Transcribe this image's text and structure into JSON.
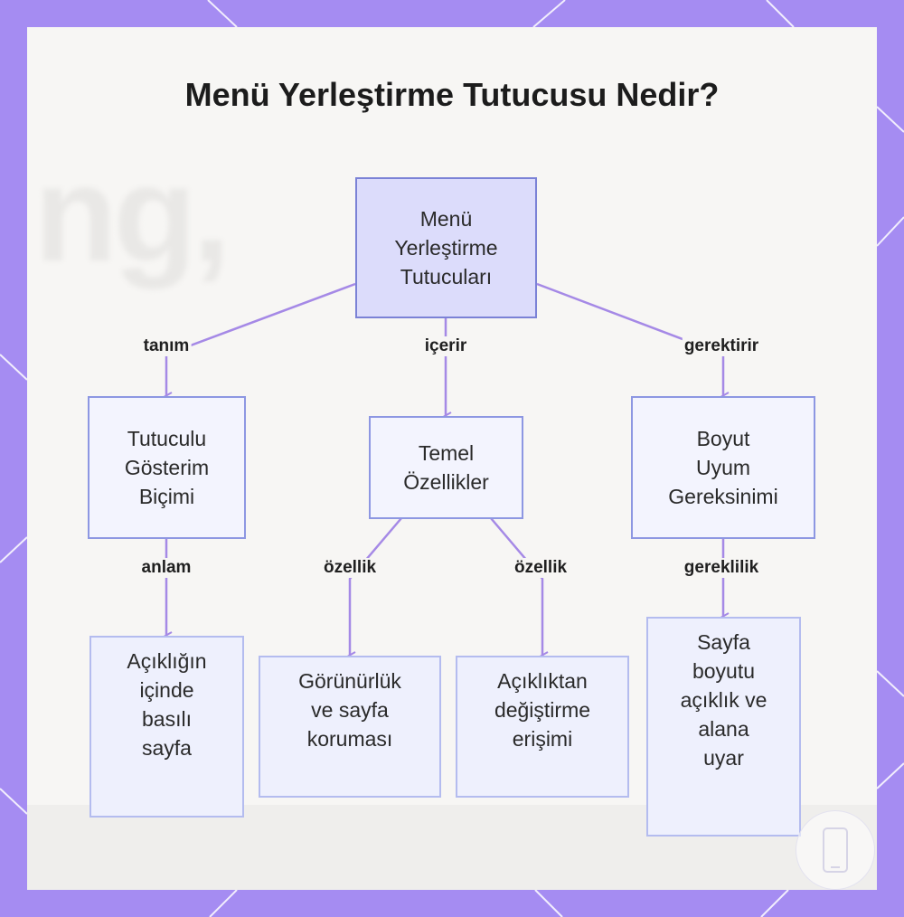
{
  "title": "Menü Yerleştirme Tutucusu Nedir?",
  "nodes": {
    "root": "Menü\nYerleştirme\nTutucuları",
    "display": "Tutuculu\nGösterim\nBiçimi",
    "features": "Temel\nÖzellikler",
    "size": "Boyut\nUyum\nGereksinimi",
    "printed": "Açıklığın\niçinde\nbasılı\nsayfa",
    "visibility": "Görünürlük\nve sayfa\nkoruması",
    "access": "Açıklıktan\ndeğiştirme\nerişimi",
    "fit": "Sayfa\nboyutu\naçıklık ve\nalana\nuyar"
  },
  "edges": {
    "definition": "tanım",
    "contains": "içerir",
    "requires": "gerektirir",
    "meaning": "anlam",
    "feature1": "özellik",
    "feature2": "özellik",
    "necessity": "gereklilik"
  },
  "colors": {
    "frame": "#a58cf2",
    "connector": "#a589e6",
    "root_fill": "#dcdcfb",
    "node_border": "#8d97e2"
  }
}
